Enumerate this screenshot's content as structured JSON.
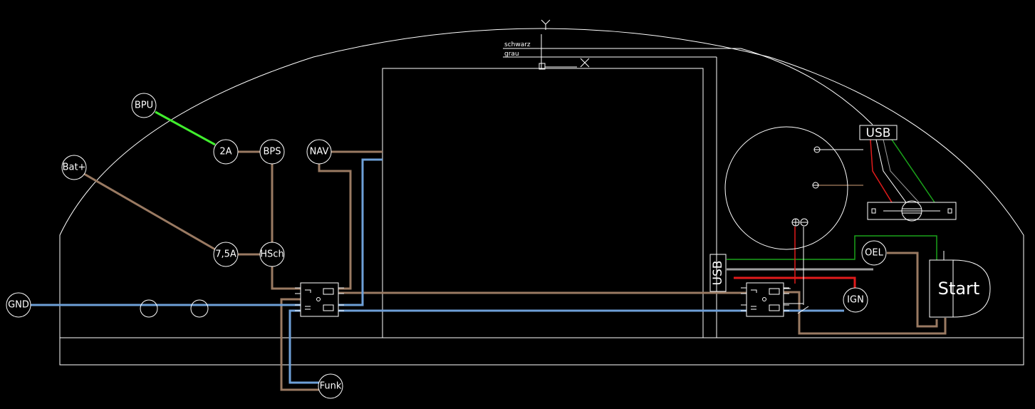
{
  "colors": {
    "background": "#000000",
    "outline": "#ffffff",
    "brown_wire": "#9a7a62",
    "blue_wire": "#6ea0d8",
    "green_wire": "#41ee2e",
    "red_wire": "#e11b1b",
    "gray_wire": "#9e9e9e",
    "thin_green": "#1aa31a",
    "thin_brown": "#8c6a50"
  },
  "nodes": {
    "bpu": "BPU",
    "fuse_2a": "2A",
    "bps": "BPS",
    "bat_plus": "Bat+",
    "fuse_7_5a": "7,5A",
    "hsch": "HSch",
    "nav": "NAV",
    "gnd": "GND",
    "funk": "Funk",
    "oel": "OEL",
    "ign": "IGN",
    "start": "Start"
  },
  "usb": {
    "top": "USB",
    "side": "USB"
  },
  "wire_notes": {
    "black": "schwarz",
    "gray": "grau"
  },
  "markers": {
    "top_marker": "Y"
  }
}
